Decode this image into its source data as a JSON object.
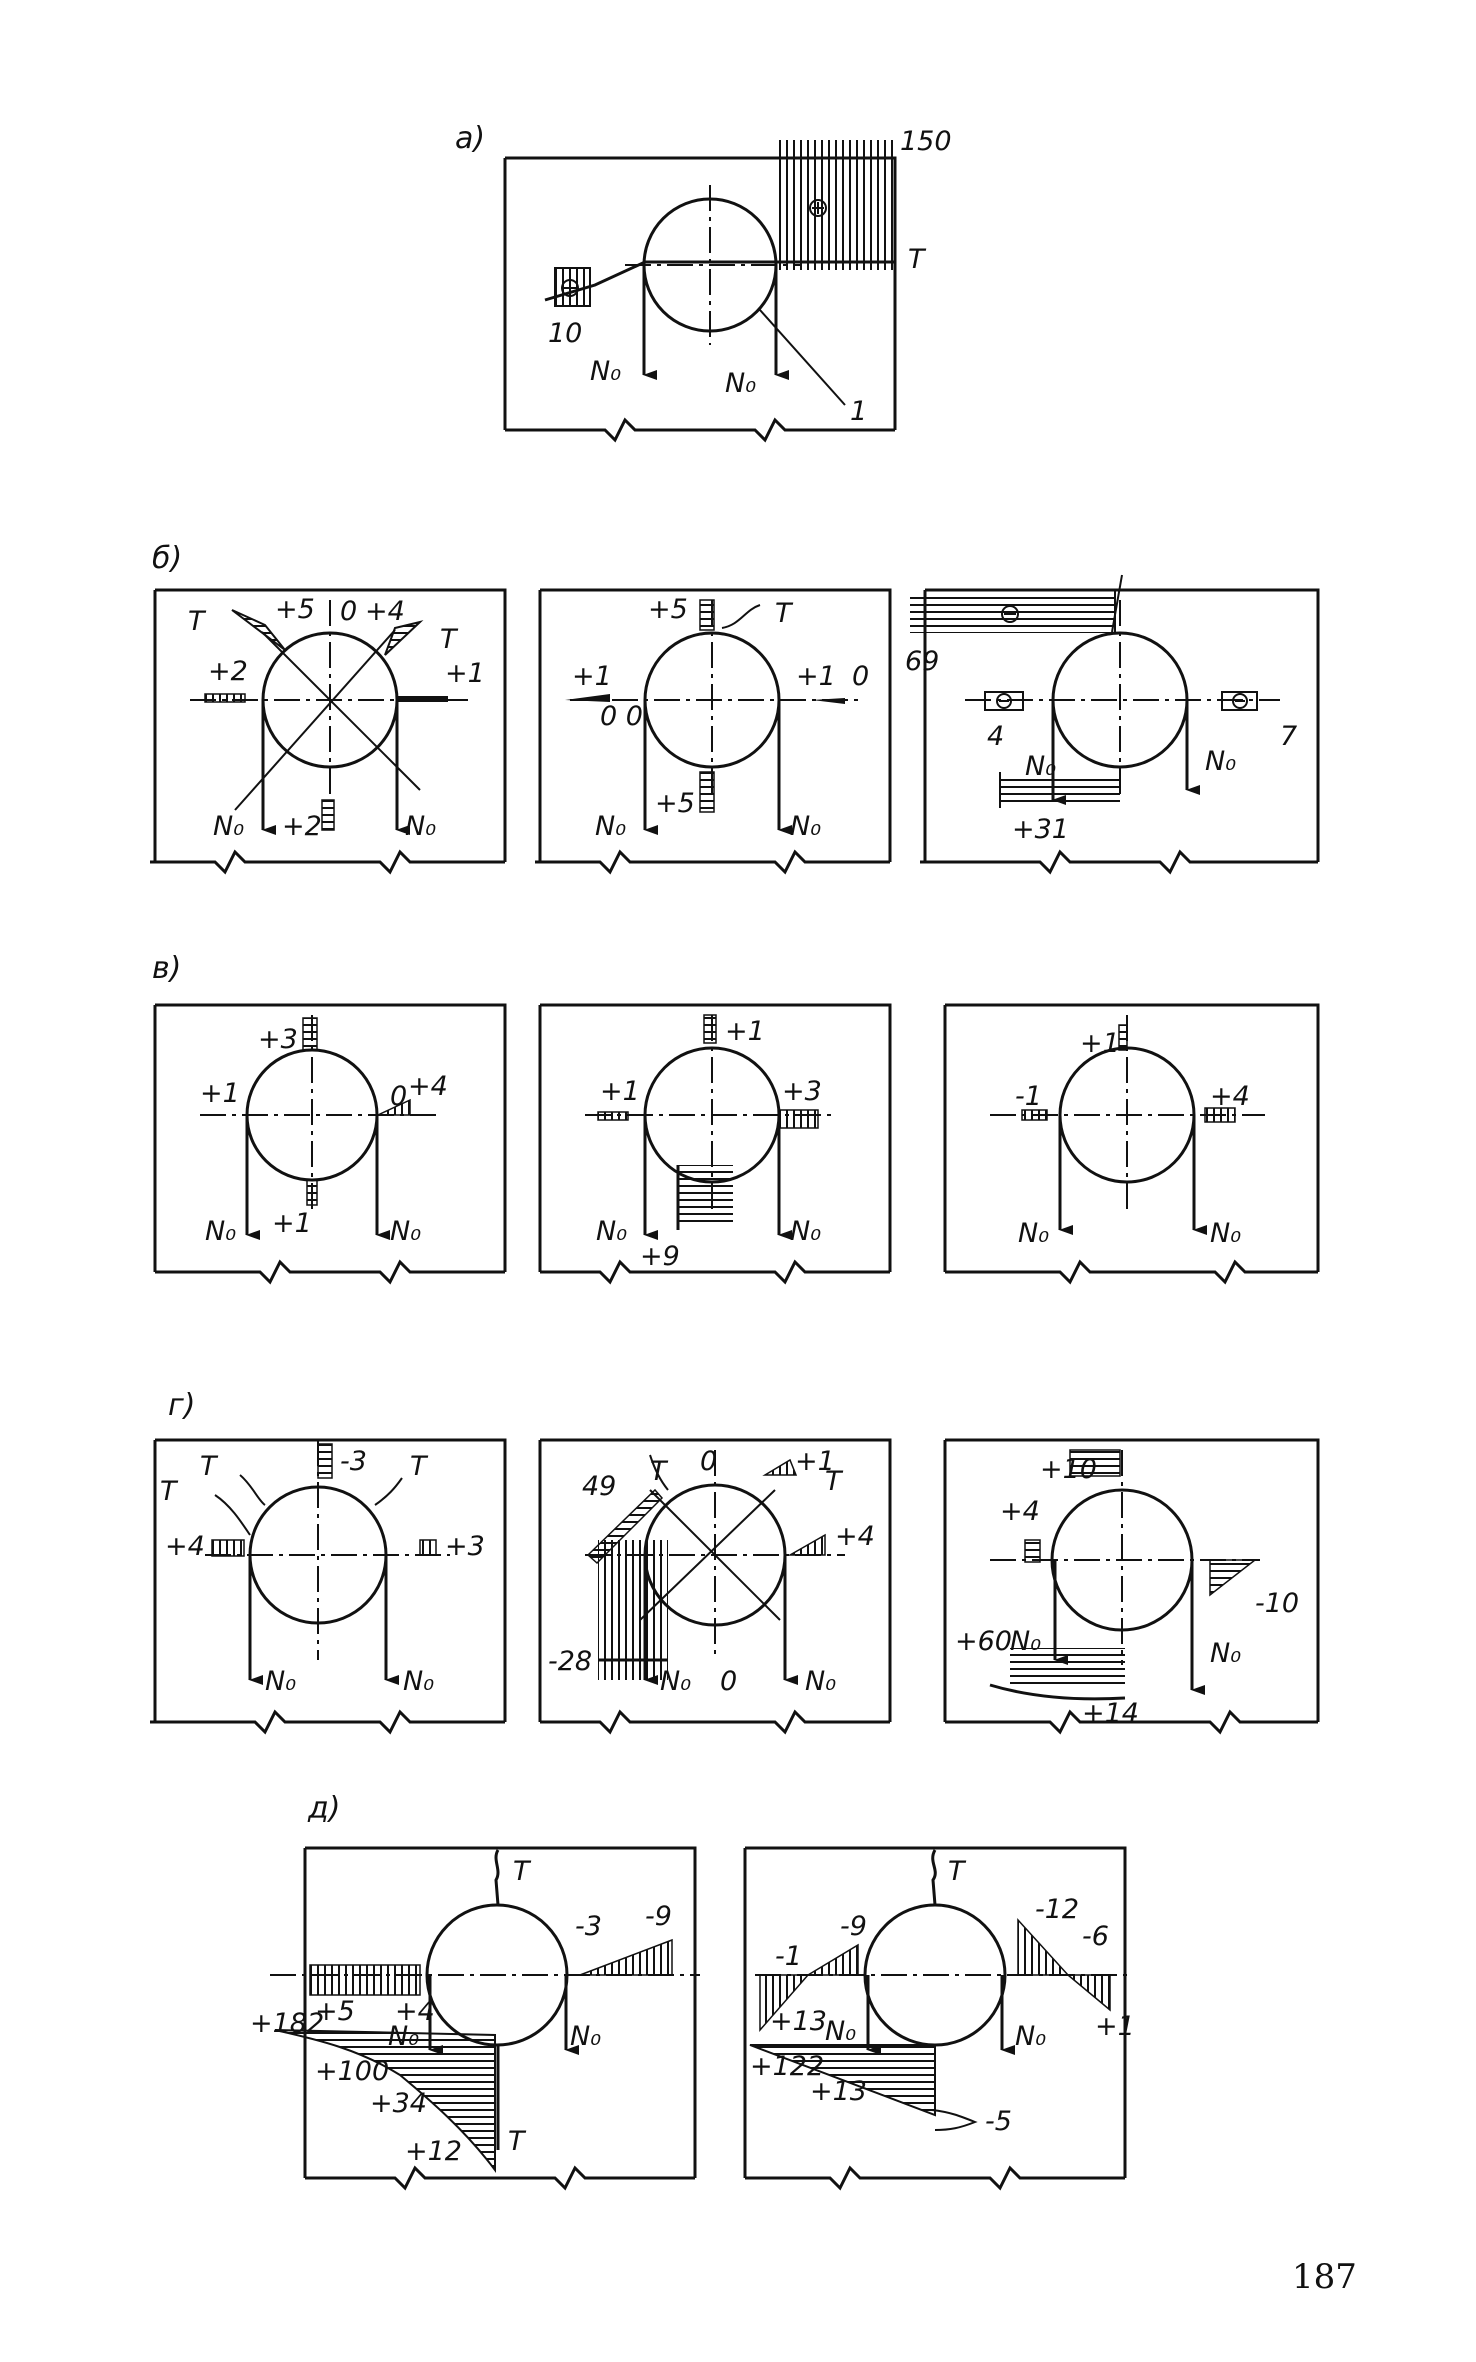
{
  "page_number": "187",
  "sections": [
    {
      "id": "a",
      "label": "а)"
    },
    {
      "id": "b",
      "label": "б)"
    },
    {
      "id": "v",
      "label": "в)"
    },
    {
      "id": "g",
      "label": "г)"
    },
    {
      "id": "d",
      "label": "д)"
    }
  ],
  "labels": {
    "T": "T",
    "No": "N₀",
    "zero": "0",
    "one": "1",
    "a_150": "150",
    "a_10": "10",
    "b1_p5": "+5",
    "b1_0": "0",
    "b1_p4": "+4",
    "b1_p2a": "+2",
    "b1_p1": "+1",
    "b1_p2b": "+2",
    "b2_p5a": "+5",
    "b2_p1a": "+1",
    "b2_p1b": "+1",
    "b2_00": "0 0",
    "b2_p5b": "+5",
    "b3_69": "69",
    "b3_4": "4",
    "b3_7": "7",
    "b3_p31": "+31",
    "v1_p3": "+3",
    "v1_p1a": "+1",
    "v1_p4": "+4",
    "v1_p1b": "+1",
    "v2_p1a": "+1",
    "v2_p1b": "+1",
    "v2_p3": "+3",
    "v2_p9": "+9",
    "v3_p1a": "+1",
    "v3_m1": "-1",
    "v3_p4": "+4",
    "g1_m3": "-3",
    "g1_p4": "+4",
    "g1_p3": "+3",
    "g2_49": "49",
    "g2_p1": "+1",
    "g2_p4": "+4",
    "g2_m28": "-28",
    "g3_p10": "+10",
    "g3_p4": "+4",
    "g3_m10": "-10",
    "g3_p60": "+60",
    "g3_p14": "+14",
    "d1_m3": "-3",
    "d1_m9": "-9",
    "d1_p5": "+5",
    "d1_p4": "+4",
    "d1_p182": "+182",
    "d1_p100": "+100",
    "d1_p34": "+34",
    "d1_p12": "+12",
    "d2_m1": "-1",
    "d2_m9": "-9",
    "d2_m12": "-12",
    "d2_m6": "-6",
    "d2_p13a": "+13",
    "d2_p1": "+1",
    "d2_p122": "+122",
    "d2_p13b": "+13",
    "d2_m5": "-5"
  }
}
